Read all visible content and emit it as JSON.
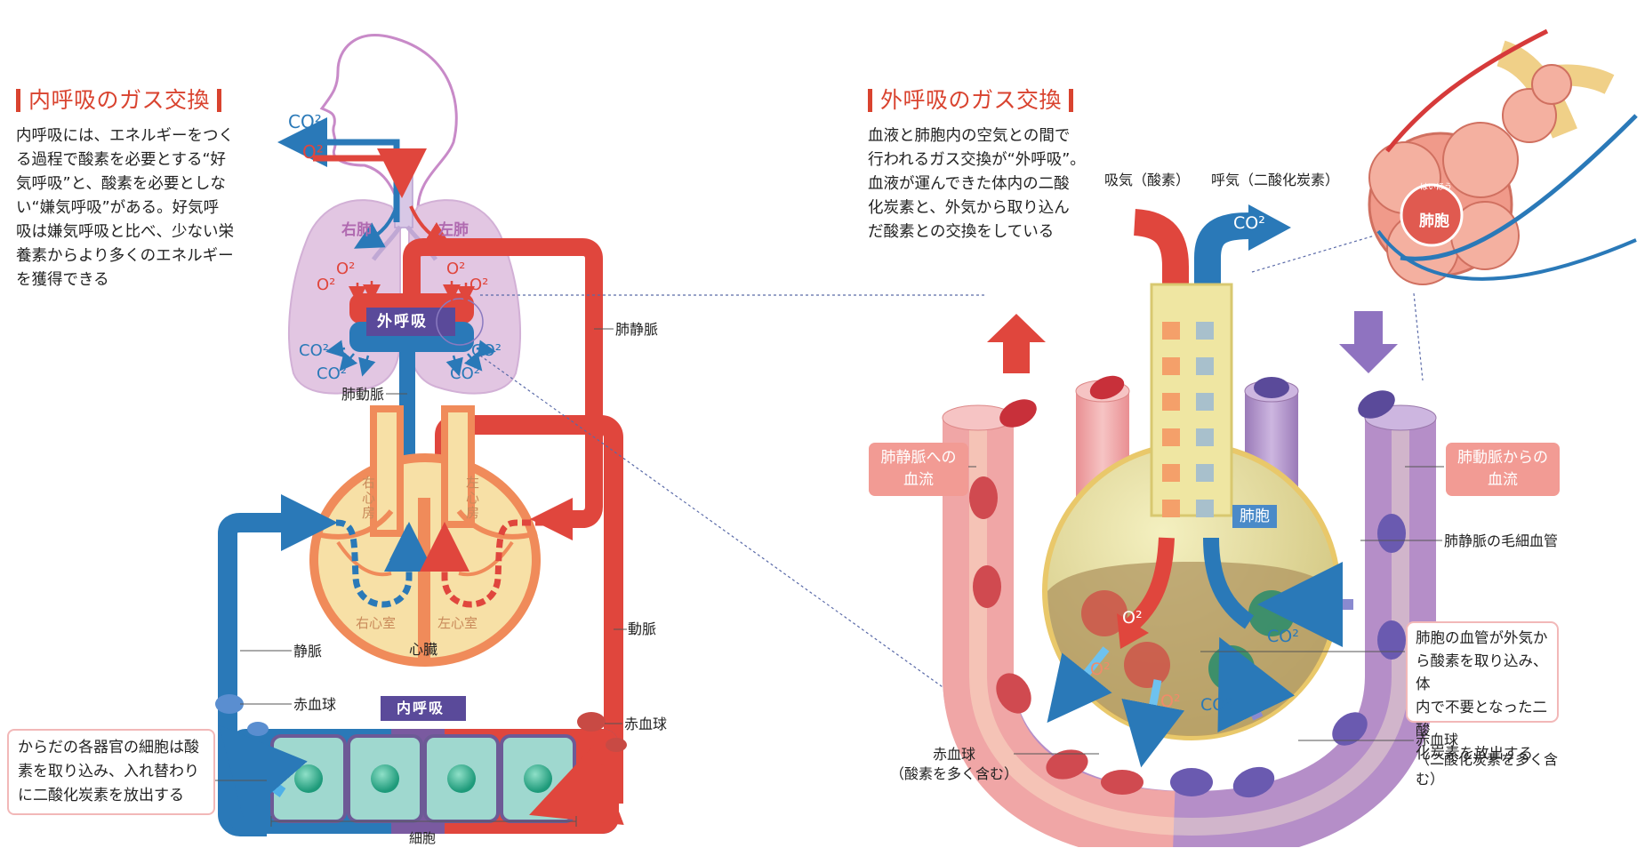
{
  "left": {
    "heading": "内呼吸のガス交換",
    "paragraph": "内呼吸には、エネルギーをつく\nる過程で酸素を必要とする“好\n気呼吸”と、酸素を必要としな\nい“嫌気呼吸”がある。好気呼\n吸は嫌気呼吸と比べ、少ない栄\n養素からより多くのエネルギー\nを獲得できる",
    "callout": "からだの各器官の細胞は酸\n素を取り込み、入れ替わり\nに二酸化炭素を放出する",
    "labels": {
      "co2_top": "CO²",
      "o2_top": "O²",
      "right_lung": "右肺",
      "left_lung": "左肺",
      "external_respiration": "外呼吸",
      "pulmonary_vein": "肺静脈",
      "pulmonary_artery": "肺動脈",
      "right_atrium": "右心房",
      "left_atrium": "左心房",
      "right_ventricle": "右心室",
      "left_ventricle": "左心室",
      "heart": "心臓",
      "vein": "静脈",
      "artery": "動脈",
      "rbc_left": "赤血球",
      "rbc_right": "赤血球",
      "internal_respiration": "内呼吸",
      "cells": "細胞",
      "o2": "O²",
      "co2": "CO²"
    }
  },
  "right": {
    "heading": "外呼吸のガス交換",
    "paragraph": "血液と肺胞内の空気との間で\n行われるガス交換が“外呼吸”。\n血液が運んできた体内の二酸\n化炭素と、外気から取り込ん\nだ酸素との交換をしている",
    "labels": {
      "inhale": "吸気（酸素）",
      "exhale": "呼気（二酸化炭素）",
      "co2_arrow": "CO²",
      "alveolus_inset": "肺胞",
      "alveolus_furigana": "はいほう",
      "alveolus": "肺胞",
      "to_pulmonary_vein": "肺静脈への\n血流",
      "from_pulmonary_artery": "肺動脈からの\n血流",
      "capillary": "肺静脈の毛細血管",
      "callout": "肺胞の血管が外気か\nら酸素を取り込み、体\n内で不要となった二酸\n化炭素を放出する",
      "rbc_oxy": "赤血球\n（酸素を多く含む）",
      "rbc_co2": "赤血球\n（二酸化炭素を多く含\nむ）",
      "o2": "O²",
      "co2": "CO²"
    }
  },
  "colors": {
    "red": "#e0463d",
    "blue": "#2a79b8",
    "purple": "#5a4a9a",
    "lung": "#e2c6e2",
    "heart": "#f6dba0",
    "heart_edge": "#f08b5a",
    "heading": "#d9432f"
  }
}
